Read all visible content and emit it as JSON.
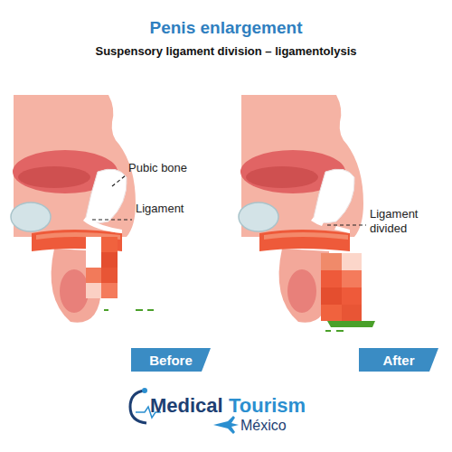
{
  "diagram": {
    "title": "Penis enlargement",
    "nodes": [
      {
        "text": [
          "Before"
        ]
      },
      {
        "text": [
          "After"
        ]
      }
    ],
    "labels": [
      "Suspensory ligament division – ligamentolysis",
      "Pubic bone",
      "Ligament",
      "Ligament divided",
      "Medical",
      "Tourism",
      "México"
    ]
  }
}
